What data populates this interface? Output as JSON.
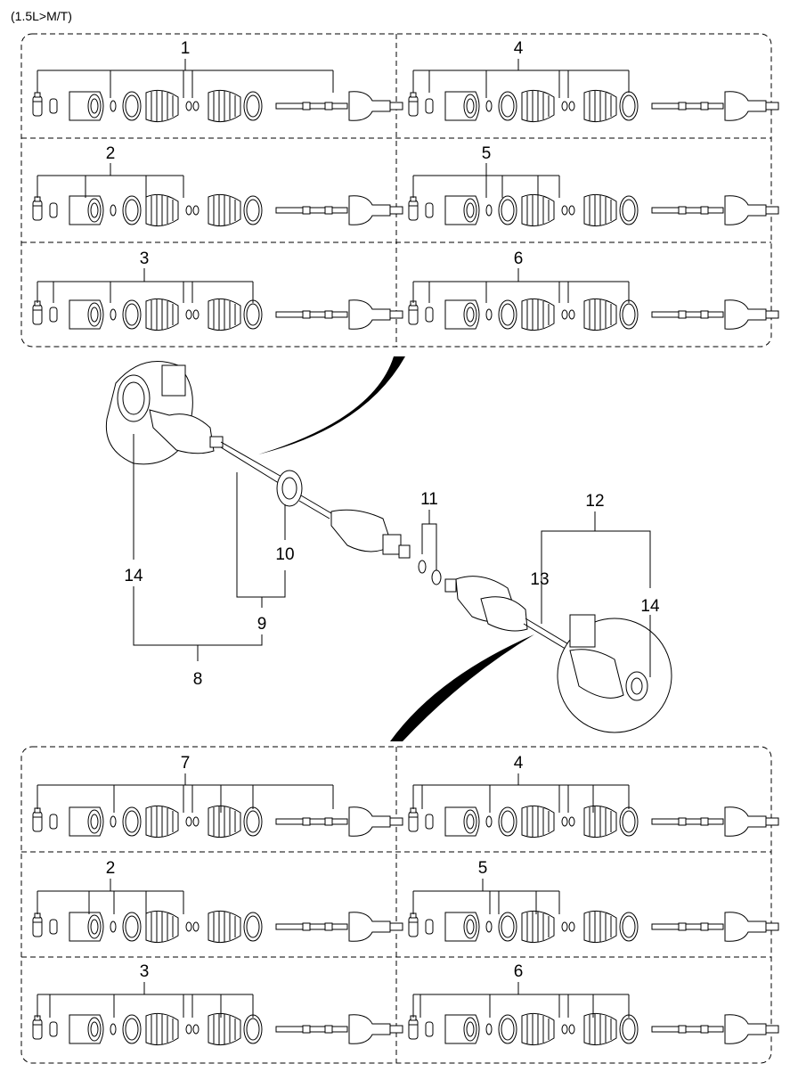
{
  "header": {
    "variant": "(1.5L>M/T)"
  },
  "top_panel": {
    "left": [
      {
        "label": "1"
      },
      {
        "label": "2"
      },
      {
        "label": "3"
      }
    ],
    "right": [
      {
        "label": "4"
      },
      {
        "label": "5"
      },
      {
        "label": "6"
      }
    ]
  },
  "middle": {
    "labels": {
      "l8": "8",
      "l9": "9",
      "l10": "10",
      "l11": "11",
      "l12": "12",
      "l13": "13",
      "l14a": "14",
      "l14b": "14"
    }
  },
  "bottom_panel": {
    "left": [
      {
        "label": "7"
      },
      {
        "label": "2"
      },
      {
        "label": "3"
      }
    ],
    "right": [
      {
        "label": "4"
      },
      {
        "label": "5"
      },
      {
        "label": "6"
      }
    ]
  }
}
